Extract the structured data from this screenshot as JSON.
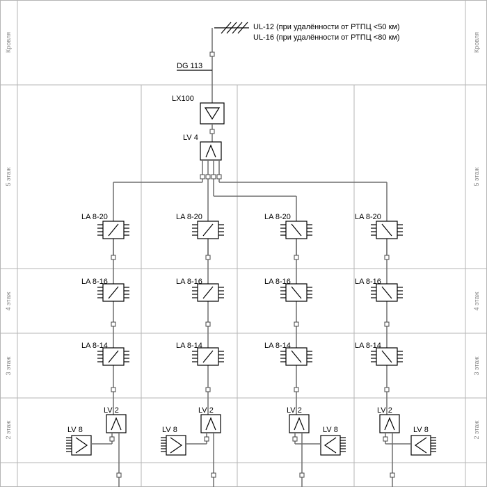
{
  "floors": {
    "roof": "Кровля",
    "f5": "5 этаж",
    "f4": "4 этаж",
    "f3": "3 этаж",
    "f2": "2 этаж"
  },
  "antenna": {
    "line1": "UL-12 (при удалённости от РТПЦ <50 км)",
    "line2": "UL-16 (при удалённости от РТПЦ <80 км)"
  },
  "cable": "DG 113",
  "head": {
    "amp": "LX100",
    "splitter": "LV 4"
  },
  "risers": [
    {
      "a20": "LA 8-20",
      "a16": "LA 8-16",
      "a14": "LA 8-14",
      "split": "LV 2",
      "tap": "LV 8"
    },
    {
      "a20": "LA 8-20",
      "a16": "LA 8-16",
      "a14": "LA 8-14",
      "split": "LV 2",
      "tap": "LV 8"
    },
    {
      "a20": "LA 8-20",
      "a16": "LA 8-16",
      "a14": "LA 8-14",
      "split": "LV 2",
      "tap": "LV 8"
    },
    {
      "a20": "LA 8-20",
      "a16": "LA 8-16",
      "a14": "LA 8-14",
      "split": "LV 2",
      "tap": "LV 8"
    }
  ]
}
